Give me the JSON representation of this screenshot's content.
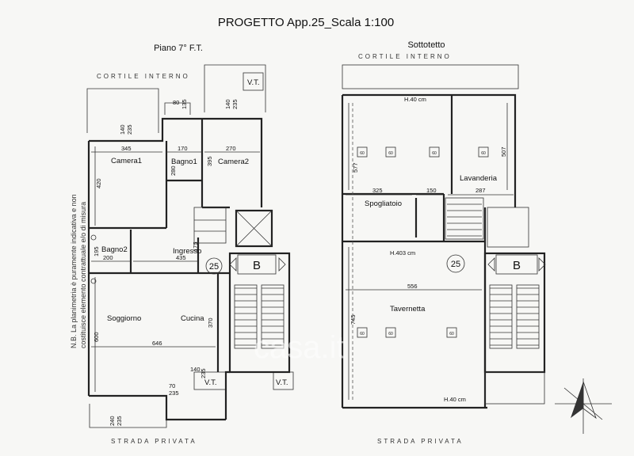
{
  "header": {
    "title": "PROGETTO App.25_Scala 1:100"
  },
  "left_plan": {
    "title": "Piano 7° F.T.",
    "top_label": "CORTILE INTERNO",
    "bottom_label": "STRADA PRIVATA",
    "note_line1": "N.B. La planimetria è puramente indicativa e non",
    "note_line2": "costituisce elemento contrattuale e/o di misura",
    "rooms": {
      "camera1": "Camera1",
      "bagno1": "Bagno1",
      "camera2": "Camera2",
      "bagno2": "Bagno2",
      "ingresso": "Ingresso",
      "soggiorno": "Soggiorno",
      "cucina": "Cucina",
      "vt_top": "V.T.",
      "vt_bottom_1": "V.T.",
      "vt_bottom_2": "V.T.",
      "stair": "B",
      "unit": "25"
    },
    "dims": {
      "d140a": "140",
      "d235a": "235",
      "d80": "80",
      "d135": "135",
      "d140b": "140",
      "d235b": "235",
      "d345": "345",
      "d170": "170",
      "d270": "270",
      "d420": "420",
      "d280": "280",
      "d395": "395",
      "d195": "195",
      "d200": "200",
      "d435": "435",
      "d175": "175",
      "d370": "370",
      "d600": "600",
      "d646": "646",
      "d140c": "140",
      "d235c": "235",
      "d70": "70",
      "d235d": "235",
      "d240": "240",
      "d235e": "235"
    }
  },
  "right_plan": {
    "title": "Sottotetto",
    "top_label": "CORTILE INTERNO",
    "bottom_label": "STRADA PRIVATA",
    "rooms": {
      "lavanderia": "Lavanderia",
      "spogliatoio": "Spogliatoio",
      "tavernetta": "Tavernetta",
      "stair": "B",
      "unit": "25"
    },
    "dims": {
      "h40a": "H.40 cm",
      "d577": "577",
      "d507": "507",
      "d325": "325",
      "d150": "150",
      "d287": "287",
      "h403": "H.403 cm",
      "d556": "556",
      "d745": "745",
      "h40b": "H.40 cm"
    },
    "skylight_label": "60"
  },
  "watermark": "casa.it"
}
